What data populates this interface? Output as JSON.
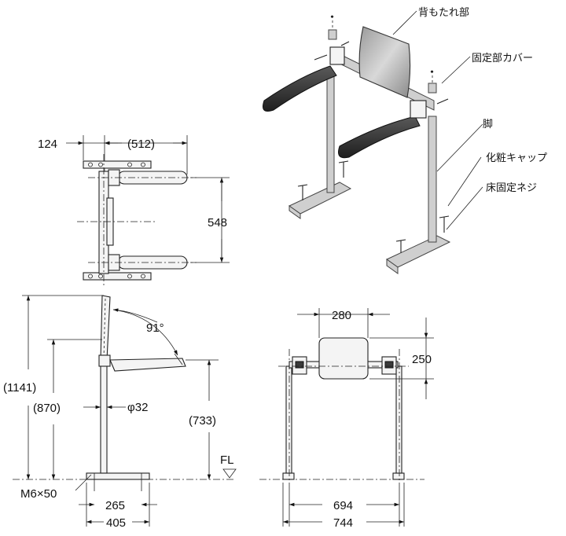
{
  "iso": {
    "labels": {
      "backrest": "背もたれ部",
      "fixing_cover": "固定部カバー",
      "leg": "脚",
      "cap": "化粧キャップ",
      "floor_screw": "床固定ネジ"
    }
  },
  "top_view": {
    "dims": {
      "offset": "124",
      "arm_length": "(512)",
      "width": "548"
    }
  },
  "side_view": {
    "dims": {
      "total_height": "(1141)",
      "back_height": "(870)",
      "pipe_dia": "φ32",
      "angle": "91°",
      "arm_height": "(733)",
      "floor": "FL",
      "screw": "M6×50",
      "base_inner": "265",
      "base_outer": "405"
    }
  },
  "front_view": {
    "dims": {
      "back_width": "280",
      "back_height": "250",
      "inner_width": "694",
      "outer_width": "744"
    }
  }
}
